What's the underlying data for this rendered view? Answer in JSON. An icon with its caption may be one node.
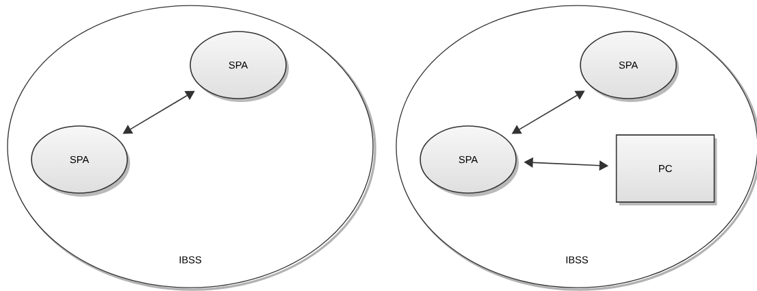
{
  "diagram": {
    "nodes": [
      {
        "text": [
          "IBSS"
        ]
      },
      {
        "text": [
          "SPA"
        ],
        "in": 0
      },
      {
        "text": [
          "SPA"
        ],
        "in": 0
      },
      {
        "text": [
          "IBSS"
        ]
      },
      {
        "text": [
          "SPA"
        ],
        "in": 3
      },
      {
        "text": [
          "SPA"
        ],
        "in": 3
      },
      {
        "text": [
          "PC"
        ],
        "in": 3
      }
    ],
    "edges": [
      {
        "from": 2,
        "to": 1,
        "arrow": "both"
      },
      {
        "from": 5,
        "to": 4,
        "arrow": "both"
      },
      {
        "from": 5,
        "to": 6,
        "arrow": "both"
      }
    ]
  }
}
